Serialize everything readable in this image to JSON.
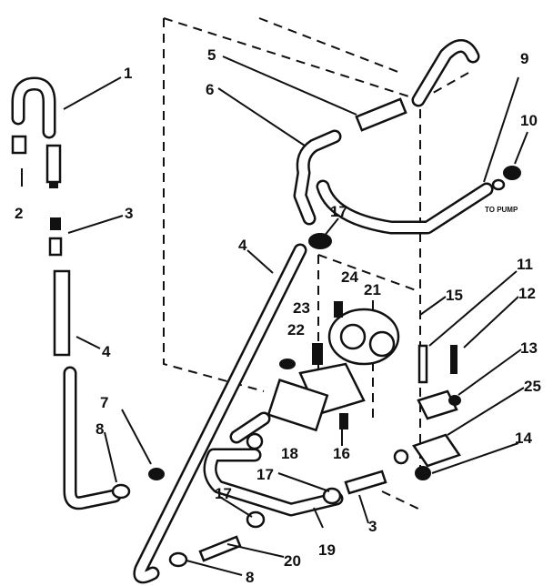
{
  "callouts": {
    "c1": "1",
    "c2": "2",
    "c3_left": "3",
    "c4_left": "4",
    "c5": "5",
    "c6": "6",
    "c4_mid": "4",
    "c7": "7",
    "c8_left": "8",
    "c8_bottom": "8",
    "c9": "9",
    "c10": "10",
    "c11": "11",
    "c12": "12",
    "c13": "13",
    "c14": "14",
    "c15": "15",
    "c16": "16",
    "c17_top": "17",
    "c17_lower_left": "17",
    "c17_lower_mid": "17",
    "c18": "18",
    "c19": "19",
    "c20": "20",
    "c21": "21",
    "c22": "22",
    "c23": "23",
    "c24": "24",
    "c25": "25",
    "c3_bottom": "3"
  },
  "to_pump_label": "TO PUMP",
  "icons": [
    "hose-icon",
    "clamp-icon",
    "connector-icon",
    "valve-icon",
    "screw-icon",
    "bracket-icon"
  ]
}
